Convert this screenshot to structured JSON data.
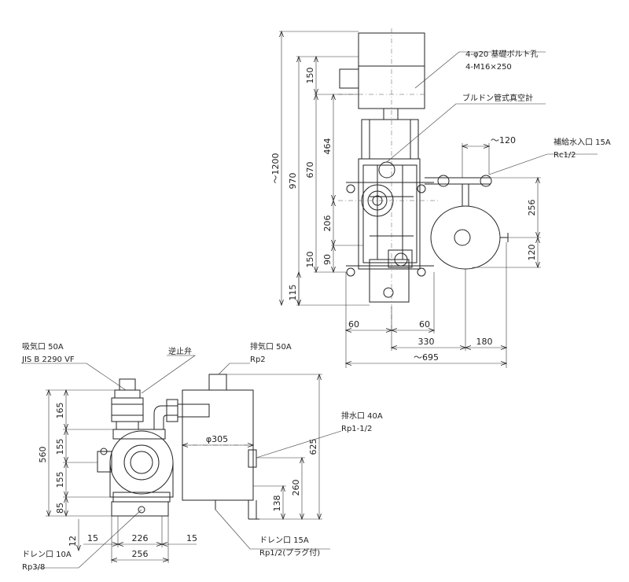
{
  "labels": {
    "bolt_hole": "4-φ20 基礎ボルト孔",
    "bolt_spec": "4-M16×250",
    "gauge": "ブルドン管式真空計",
    "supply_inlet": "補給水入口 15A",
    "supply_thread": "Rc1/2",
    "suction": "吸気口 50A",
    "suction_std": "JIS B 2290 VF",
    "check_valve": "逆止弁",
    "exhaust": "排気口 50A",
    "exhaust_thread": "Rp2",
    "drain_outlet": "排水口 40A",
    "drain_outlet_thread": "Rp1-1/2",
    "drain_left": "ドレン口 10A",
    "drain_left_thread": "Rp3/8",
    "drain_right": "ドレン口 15A",
    "drain_right_thread": "Rp1/2(プラグ付)"
  },
  "dims_top": {
    "overall_h": "～1200",
    "h970": "970",
    "h150a": "150",
    "h670": "670",
    "h464": "464",
    "h206": "206",
    "h150b": "150",
    "h90": "90",
    "h115": "115",
    "w120": "～120",
    "h256": "256",
    "h120": "120",
    "w60a": "60",
    "w60b": "60",
    "w330": "330",
    "w180": "180",
    "w695": "～695"
  },
  "dims_bottom": {
    "h165": "165",
    "h155a": "155",
    "h155b": "155",
    "h85": "85",
    "h560": "560",
    "h12": "12",
    "w15a": "15",
    "w226": "226",
    "w15b": "15",
    "w256": "256",
    "d305": "φ305",
    "h625": "625",
    "h260": "260",
    "h138": "138"
  }
}
